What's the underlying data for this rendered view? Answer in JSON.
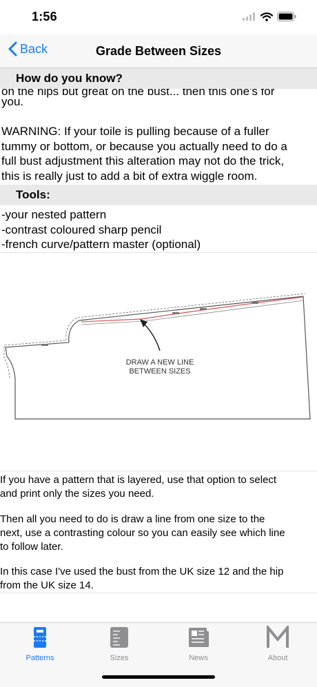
{
  "status_bar": {
    "time": "1:56"
  },
  "nav": {
    "back_label": "Back",
    "title": "Grade Between Sizes"
  },
  "sections": {
    "how": {
      "header": "How do you know?",
      "partial_line": "on the hips but great on the bust... then this one's for",
      "text_lines": [
        "you."
      ],
      "warning_lines": [
        "WARNING: If your toile is pulling because of a fuller",
        "tummy or bottom, or because you actually need to do a",
        "full bust adjustment this alteration may not do the trick,",
        "this is really just to add a bit of extra wiggle room."
      ]
    },
    "tools": {
      "header": "Tools:",
      "items": [
        "-your nested pattern",
        "-contrast coloured sharp pencil",
        "-french curve/pattern master (optional)"
      ]
    }
  },
  "illustration": {
    "caption_lines": [
      "DRAW A NEW LINE",
      "BETWEEN SIZES"
    ]
  },
  "instructions": {
    "p1": [
      "If you have a pattern that is layered, use that option to select",
      "and print only the sizes you need."
    ],
    "p2": [
      "Then all you need to do is draw a line from one size to the",
      "next, use a contrasting colour so you can easily see which line",
      "to follow later."
    ],
    "p3": [
      "In this case I've used the bust from the UK size 12 and the hip",
      "from the UK size 14."
    ]
  },
  "tabs": [
    {
      "label": "Patterns",
      "icon": "patterns-icon",
      "active": true
    },
    {
      "label": "Sizes",
      "icon": "tape-measure-icon",
      "active": false
    },
    {
      "label": "News",
      "icon": "newspaper-icon",
      "active": false
    },
    {
      "label": "About",
      "icon": "m-logo-icon",
      "active": false
    }
  ],
  "colors": {
    "accent": "#1a7cf5",
    "inactive_tab": "#8e8e93",
    "header_bg": "#e9e9e9",
    "red_line": "#d9534f"
  }
}
